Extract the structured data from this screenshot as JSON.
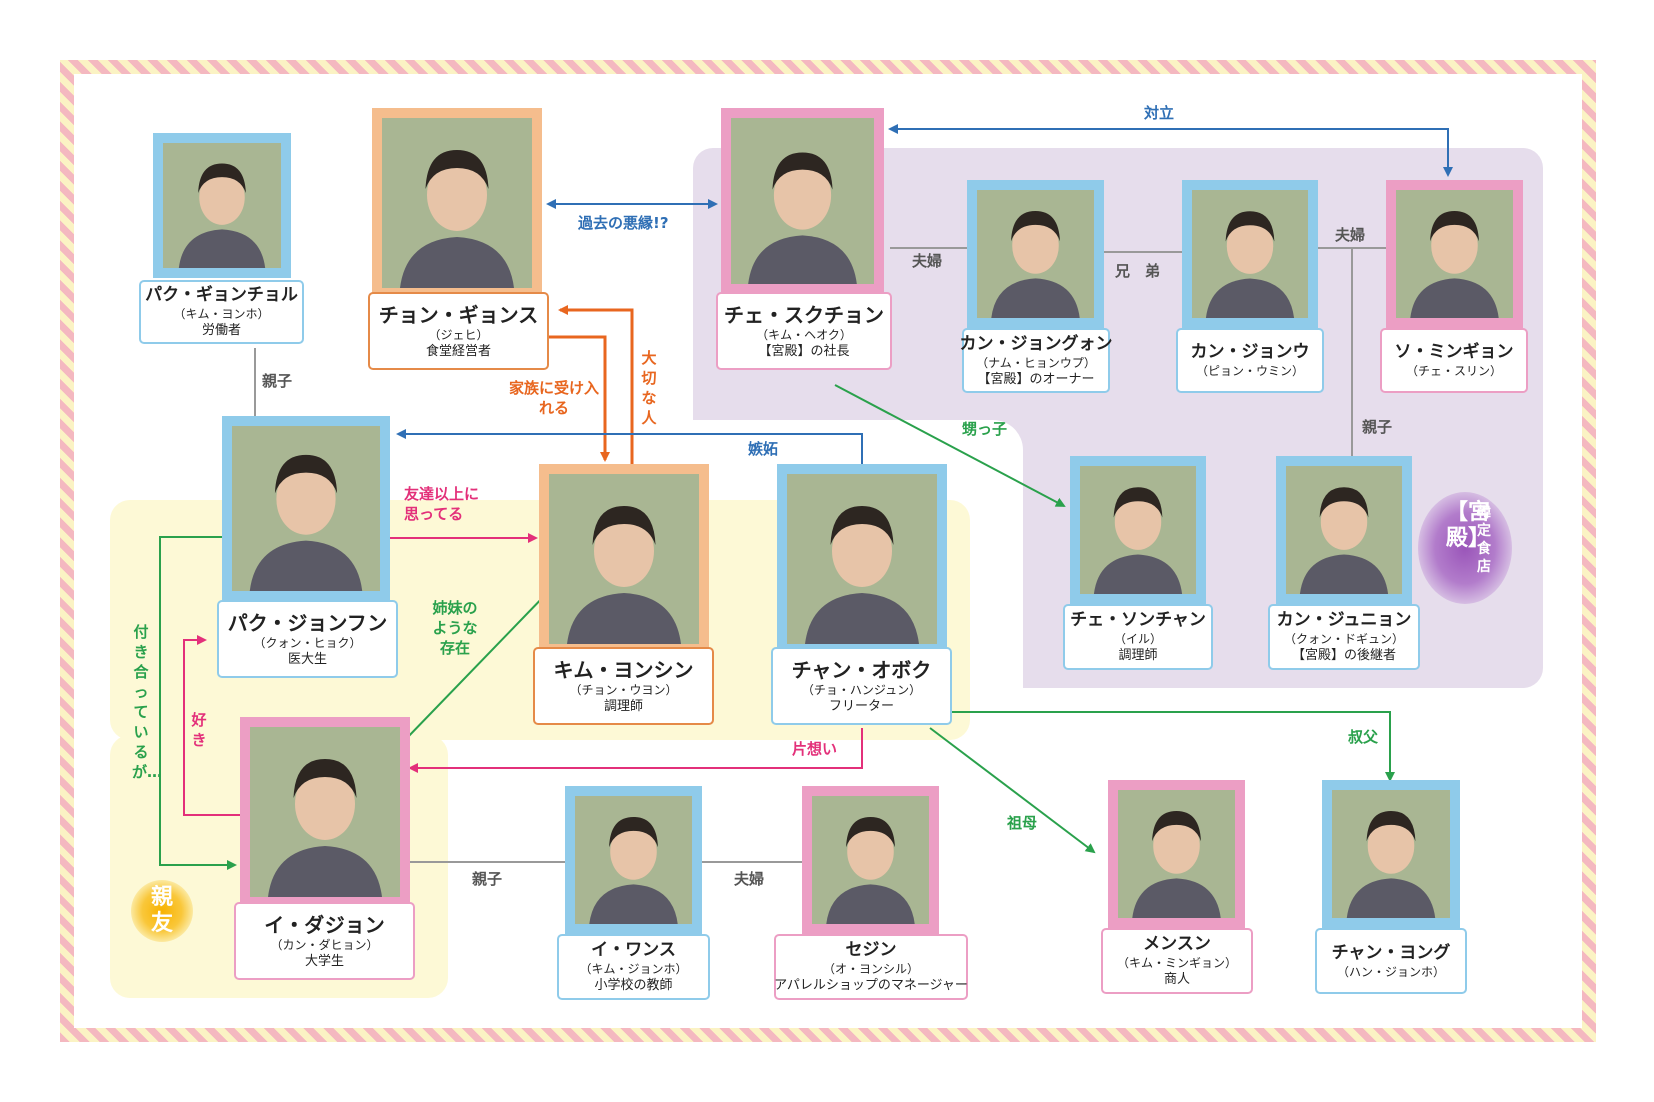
{
  "colors": {
    "frame_stripe_pink": "#f4b8c0",
    "frame_stripe_yellow": "#fbf3c4",
    "palace_region": "#e6ddec",
    "friends_region": "#fdf9d6",
    "blue_arrow": "#2f6fb5",
    "pink_arrow": "#e3307a",
    "orange_arrow": "#e8661f",
    "green_arrow": "#2aa14c",
    "gray_line": "#999999",
    "photo_blue": "#8fcbea",
    "photo_pink": "#ec9ec4",
    "photo_orange": "#f5bd8d"
  },
  "groups": {
    "palace": {
      "title": "【宮殿】",
      "subtitle": "韓定食店"
    },
    "friends": {
      "title": "親友"
    }
  },
  "characters": [
    {
      "id": "park_gyeongcheol",
      "name": "パク・ギョンチョル",
      "actor": "（キム・ヨンホ）",
      "role": "労働者",
      "color": "blue",
      "icon": "person-photo"
    },
    {
      "id": "jeong_gyeongsu",
      "name": "チョン・ギョンス",
      "actor": "（ジェヒ）",
      "role": "食堂経営者",
      "color": "orange",
      "icon": "person-photo"
    },
    {
      "id": "choi_sukcheon",
      "name": "チェ・スクチョン",
      "actor": "（キム・ヘオク）",
      "role": "【宮殿】の社長",
      "color": "pink",
      "icon": "person-photo"
    },
    {
      "id": "kang_jeonggwon",
      "name": "カン・ジョングォン",
      "actor": "（ナム・ヒョンウプ）",
      "role": "【宮殿】のオーナー",
      "color": "blue",
      "icon": "person-photo"
    },
    {
      "id": "kang_jeongu",
      "name": "カン・ジョンウ",
      "actor": "（ピョン・ウミン）",
      "role": "",
      "color": "blue",
      "icon": "person-photo"
    },
    {
      "id": "so_mingyeong",
      "name": "ソ・ミンギョン",
      "actor": "（チェ・スリン）",
      "role": "",
      "color": "pink",
      "icon": "person-photo"
    },
    {
      "id": "park_jeonghun",
      "name": "パク・ジョンフン",
      "actor": "（クォン・ヒョク）",
      "role": "医大生",
      "color": "blue",
      "icon": "person-photo"
    },
    {
      "id": "kim_yeongsin",
      "name": "キム・ヨンシン",
      "actor": "（チョン・ウヨン）",
      "role": "調理師",
      "color": "orange",
      "icon": "person-photo"
    },
    {
      "id": "jang_obok",
      "name": "チャン・オボク",
      "actor": "（チョ・ハンジュン）",
      "role": "フリーター",
      "color": "blue",
      "icon": "person-photo"
    },
    {
      "id": "choi_seongchan",
      "name": "チェ・ソンチャン",
      "actor": "（イル）",
      "role": "調理師",
      "color": "blue",
      "icon": "person-photo"
    },
    {
      "id": "kang_junyeong",
      "name": "カン・ジュニョン",
      "actor": "（クォン・ドギュン）",
      "role": "【宮殿】の後継者",
      "color": "blue",
      "icon": "person-photo"
    },
    {
      "id": "lee_dajeong",
      "name": "イ・ダジョン",
      "actor": "（カン・ダヒョン）",
      "role": "大学生",
      "color": "pink",
      "icon": "person-photo"
    },
    {
      "id": "lee_wonsu",
      "name": "イ・ワンス",
      "actor": "（キム・ジョンホ）",
      "role": "小学校の教師",
      "color": "blue",
      "icon": "person-photo"
    },
    {
      "id": "sejin",
      "name": "セジン",
      "actor": "（オ・ヨンシル）",
      "role": "アパレルショップのマネージャー",
      "color": "pink",
      "icon": "person-photo"
    },
    {
      "id": "menseun",
      "name": "メンスン",
      "actor": "（キム・ミンギョン）",
      "role": "商人",
      "color": "pink",
      "icon": "person-photo"
    },
    {
      "id": "jang_yonggu",
      "name": "チャン・ヨング",
      "actor": "（ハン・ジョンホ）",
      "role": "",
      "color": "blue",
      "icon": "person-photo"
    }
  ],
  "relations": [
    {
      "label": "対立",
      "color": "blue"
    },
    {
      "label": "過去の悪縁!?",
      "color": "blue"
    },
    {
      "label": "夫婦",
      "color": "gray"
    },
    {
      "label": "兄　弟",
      "color": "gray"
    },
    {
      "label": "夫婦",
      "color": "gray"
    },
    {
      "label": "親子",
      "color": "gray"
    },
    {
      "label": "親子",
      "color": "gray"
    },
    {
      "label": "家族に受け入れる",
      "color": "orange"
    },
    {
      "label": "大切な人",
      "color": "orange"
    },
    {
      "label": "嫉妬",
      "color": "blue"
    },
    {
      "label": "甥っ子",
      "color": "green"
    },
    {
      "label": "友達以上に思ってる",
      "color": "pink"
    },
    {
      "label": "姉妹のような存在",
      "color": "green"
    },
    {
      "label": "付き合っているが…",
      "color": "green"
    },
    {
      "label": "好き",
      "color": "pink"
    },
    {
      "label": "片想い",
      "color": "pink"
    },
    {
      "label": "叔父",
      "color": "green"
    },
    {
      "label": "祖母",
      "color": "green"
    },
    {
      "label": "親子",
      "color": "gray"
    },
    {
      "label": "夫婦",
      "color": "gray"
    }
  ]
}
